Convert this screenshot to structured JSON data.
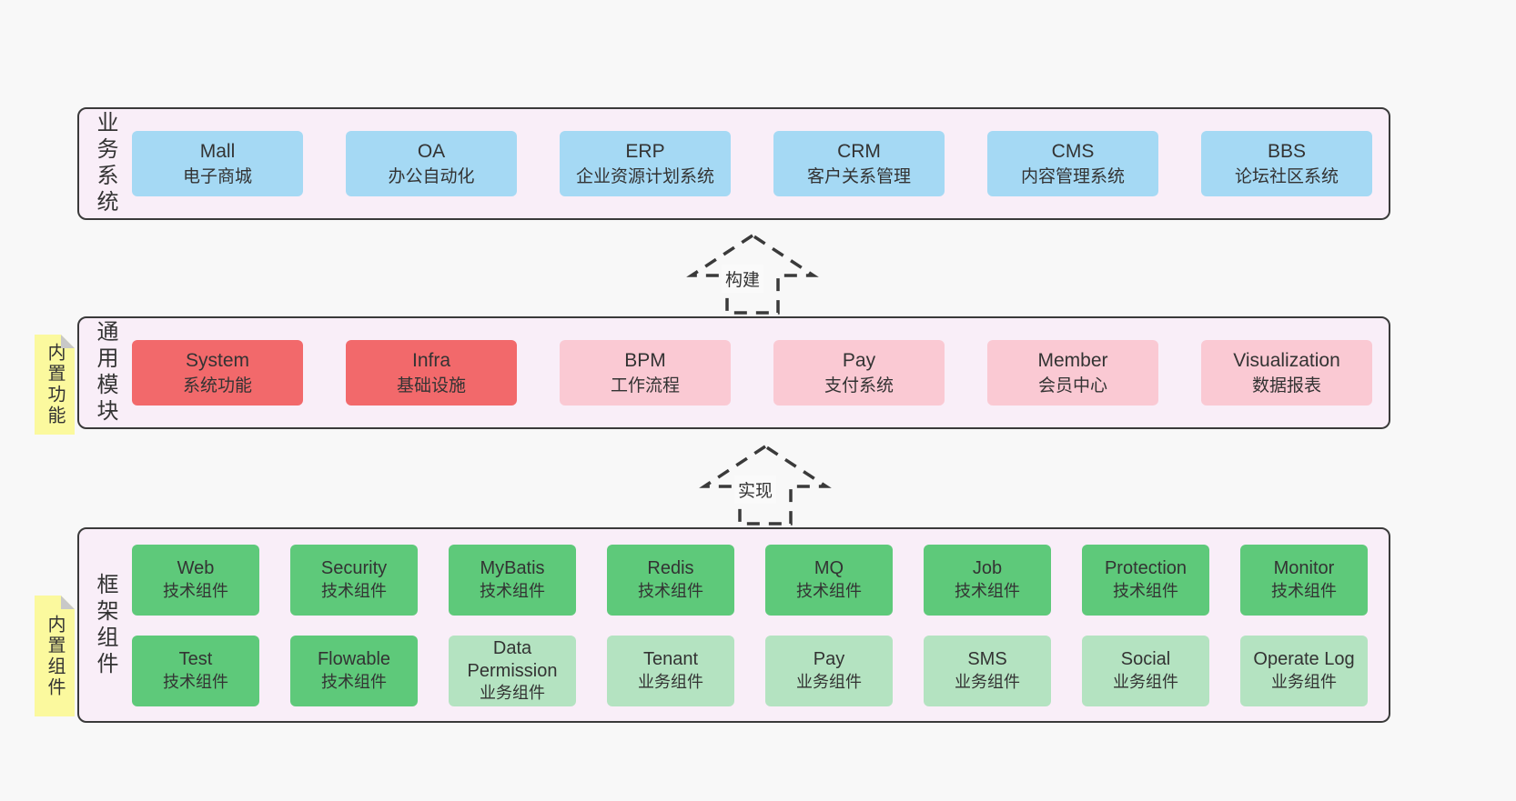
{
  "diagram": {
    "colors": {
      "page_bg": "#f8f8f8",
      "layer_bg": "#f9eef8",
      "layer_border": "#3a3a3a",
      "blue_box": "#a5d9f4",
      "red_box": "#f2696b",
      "pink_box": "#fac9d3",
      "green_box": "#5ec97a",
      "light_green_box": "#b4e3c1",
      "sticky_note": "#fbf99e",
      "note_fold": "#c8c8c8",
      "text": "#333333"
    },
    "arrows": [
      {
        "label": "构建"
      },
      {
        "label": "实现"
      }
    ],
    "layers": [
      {
        "label": "业务系统",
        "boxes": [
          {
            "name": "Mall",
            "desc": "电子商城"
          },
          {
            "name": "OA",
            "desc": "办公自动化"
          },
          {
            "name": "ERP",
            "desc": "企业资源计划系统"
          },
          {
            "name": "CRM",
            "desc": "客户关系管理"
          },
          {
            "name": "CMS",
            "desc": "内容管理系统"
          },
          {
            "name": "BBS",
            "desc": "论坛社区系统"
          }
        ]
      },
      {
        "label": "通用模块",
        "note": "内置功能",
        "boxes": [
          {
            "name": "System",
            "desc": "系统功能"
          },
          {
            "name": "Infra",
            "desc": "基础设施"
          },
          {
            "name": "BPM",
            "desc": "工作流程"
          },
          {
            "name": "Pay",
            "desc": "支付系统"
          },
          {
            "name": "Member",
            "desc": "会员中心"
          },
          {
            "name": "Visualization",
            "desc": "数据报表"
          }
        ]
      },
      {
        "label": "框架组件",
        "note": "内置组件",
        "rows": [
          [
            {
              "name": "Web",
              "desc": "技术组件"
            },
            {
              "name": "Security",
              "desc": "技术组件"
            },
            {
              "name": "MyBatis",
              "desc": "技术组件"
            },
            {
              "name": "Redis",
              "desc": "技术组件"
            },
            {
              "name": "MQ",
              "desc": "技术组件"
            },
            {
              "name": "Job",
              "desc": "技术组件"
            },
            {
              "name": "Protection",
              "desc": "技术组件"
            },
            {
              "name": "Monitor",
              "desc": "技术组件"
            }
          ],
          [
            {
              "name": "Test",
              "desc": "技术组件"
            },
            {
              "name": "Flowable",
              "desc": "技术组件"
            },
            {
              "name": "Data Permission",
              "desc": "业务组件"
            },
            {
              "name": "Tenant",
              "desc": "业务组件"
            },
            {
              "name": "Pay",
              "desc": "业务组件"
            },
            {
              "name": "SMS",
              "desc": "业务组件"
            },
            {
              "name": "Social",
              "desc": "业务组件"
            },
            {
              "name": "Operate Log",
              "desc": "业务组件"
            }
          ]
        ]
      }
    ]
  }
}
